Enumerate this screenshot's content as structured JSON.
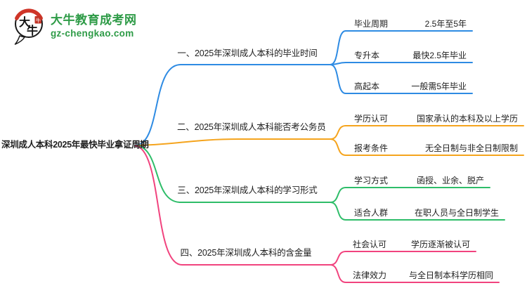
{
  "brand": {
    "name": "大牛教育成考网",
    "url": "gz-chengkao.com",
    "logo_char1": "大",
    "logo_char2": "牛",
    "logo_seal_char": "牛",
    "green": "#2e9b47",
    "red": "#cf3528"
  },
  "root": {
    "label": "深圳成人本科2025年最快毕业拿证周期"
  },
  "branches": [
    {
      "id": "graduation-time",
      "label": "一、2025年深圳成人本科的毕业时间",
      "color": "#2e8be3",
      "rows": [
        {
          "label": "毕业周期",
          "value": "2.5年至5年"
        },
        {
          "label": "专升本",
          "value": "最快2.5年毕业"
        },
        {
          "label": "高起本",
          "value": "一般需5年毕业"
        }
      ]
    },
    {
      "id": "civil-service-eligibility",
      "label": "二、2025年深圳成人本科能否考公务员",
      "color": "#f5a41d",
      "rows": [
        {
          "label": "学历认可",
          "value": "国家承认的本科及以上学历"
        },
        {
          "label": "报考条件",
          "value": "无全日制与非全日制限制"
        }
      ]
    },
    {
      "id": "study-forms",
      "label": "三、2025年深圳成人本科的学习形式",
      "color": "#2ebd69",
      "rows": [
        {
          "label": "学习方式",
          "value": "函授、业余、脱产"
        },
        {
          "label": "适合人群",
          "value": "在职人员与全日制学生"
        }
      ]
    },
    {
      "id": "degree-value",
      "label": "四、2025年深圳成人本科的含金量",
      "color": "#f1437e",
      "rows": [
        {
          "label": "社会认可",
          "value": "学历逐渐被认可"
        },
        {
          "label": "法律效力",
          "value": "与全日制本科学历相同"
        }
      ]
    }
  ]
}
